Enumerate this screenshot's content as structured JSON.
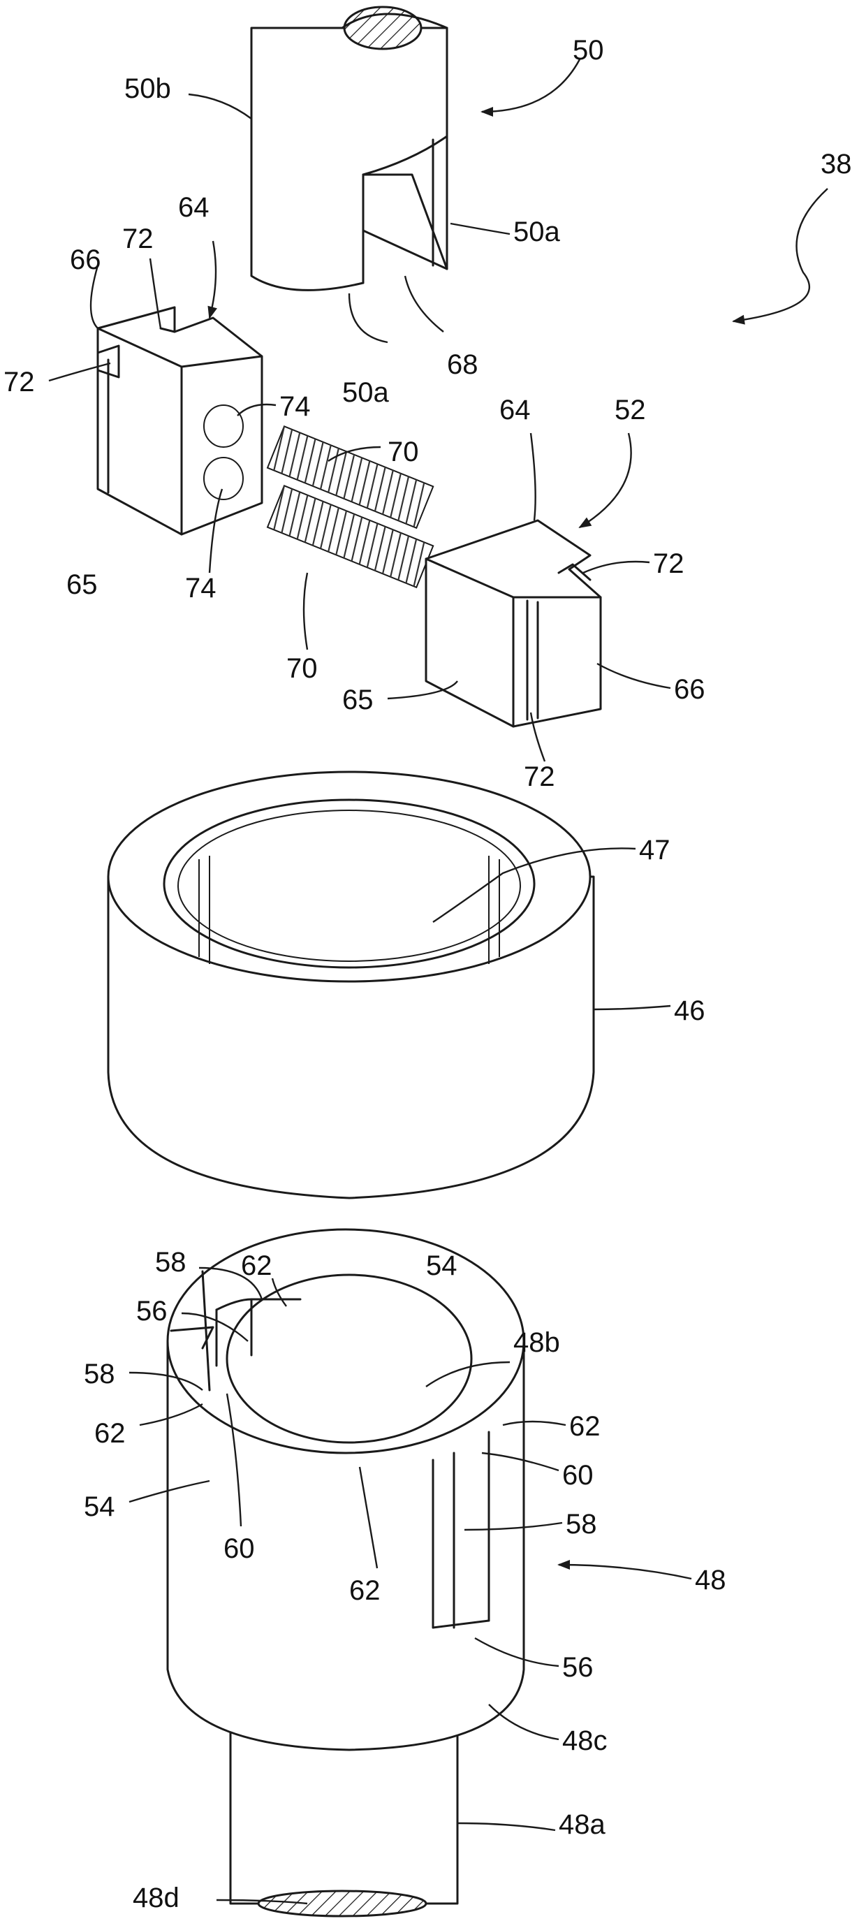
{
  "labels": {
    "l38": "38",
    "l50": "50",
    "l50b": "50b",
    "l50a_right": "50a",
    "l50a_bottom": "50a",
    "l68": "68",
    "l66_left": "66",
    "l72_left_top": "72",
    "l64_left": "64",
    "l72_left_side": "72",
    "l74_top": "74",
    "l74_bottom": "74",
    "l65_left": "65",
    "l70_top": "70",
    "l70_bottom": "70",
    "l64_right": "64",
    "l52": "52",
    "l72_right_top": "72",
    "l66_right": "66",
    "l65_right": "65",
    "l72_right_bottom": "72",
    "l47": "47",
    "l46": "46",
    "l58_top": "58",
    "l62_top": "62",
    "l54_top": "54",
    "l56_left": "56",
    "l48b": "48b",
    "l58_left": "58",
    "l62_right": "62",
    "l62_left": "62",
    "l60_right": "60",
    "l54_left": "54",
    "l60_left": "60",
    "l58_right": "58",
    "l62_bottom": "62",
    "l48": "48",
    "l56_right": "56",
    "l48c": "48c",
    "l48a": "48a",
    "l48d": "48d"
  },
  "colors": {
    "line": "#1a1a1a",
    "background": "#ffffff"
  }
}
